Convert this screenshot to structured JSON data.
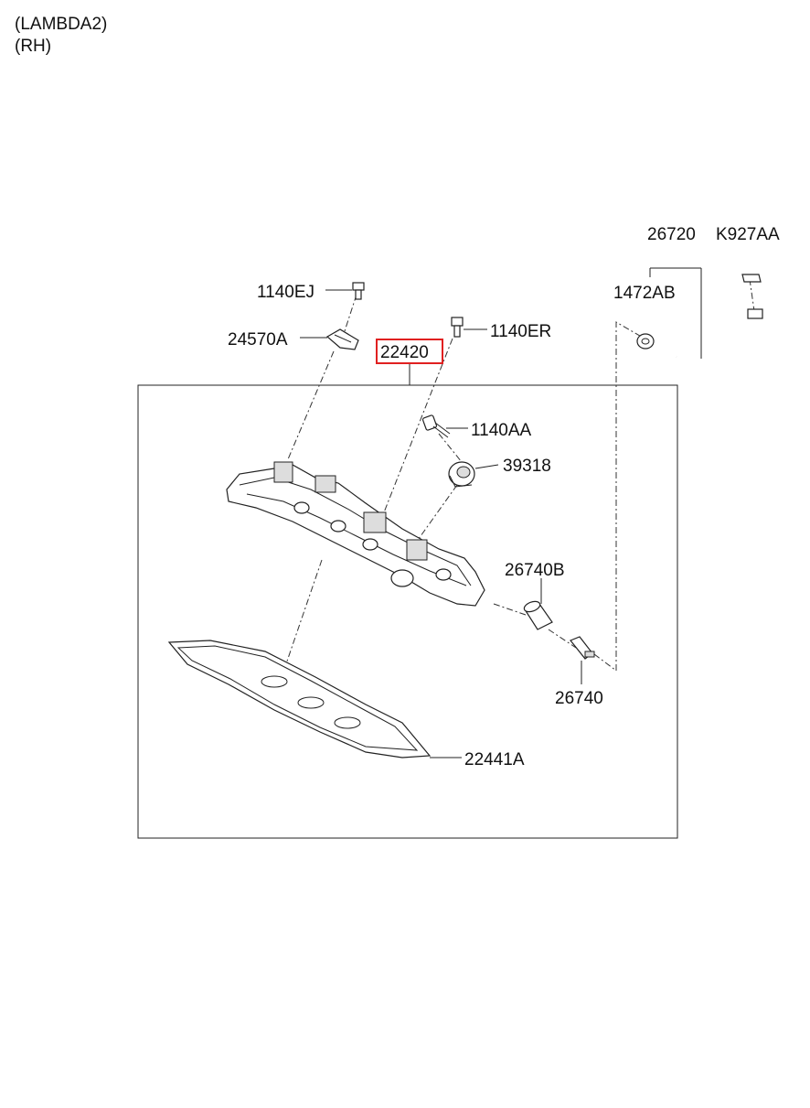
{
  "header": {
    "line1": "(LAMBDA2)",
    "line2": "(RH)"
  },
  "labels": {
    "l_1140EJ": "1140EJ",
    "l_24570A": "24570A",
    "l_22420": "22420",
    "l_1140ER": "1140ER",
    "l_1140AA": "1140AA",
    "l_39318": "39318",
    "l_26720": "26720",
    "l_K927AA": "K927AA",
    "l_1472AB": "1472AB",
    "l_26740B": "26740B",
    "l_26740": "26740",
    "l_22441A": "22441A"
  },
  "colors": {
    "highlight": "#e02020",
    "line": "#222222"
  }
}
